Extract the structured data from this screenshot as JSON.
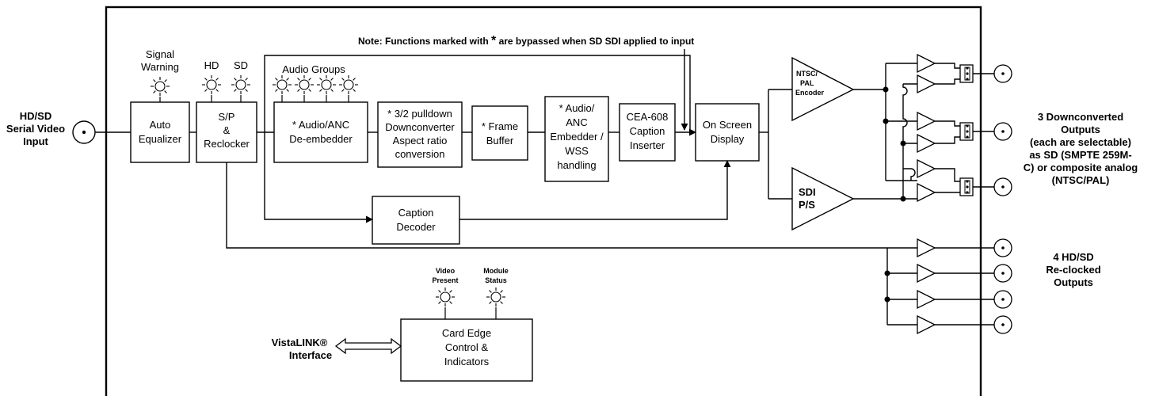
{
  "note": {
    "prefix": "Note: Functions marked with ",
    "star": "*",
    "suffix": " are bypassed when SD SDI applied to input"
  },
  "input": {
    "lines": [
      "HD/SD",
      "Serial Video",
      "Input"
    ]
  },
  "leds": {
    "signal_warning": [
      "Signal",
      "Warning"
    ],
    "hd": "HD",
    "sd": "SD",
    "audio_groups": "Audio Groups",
    "video_present": [
      "Video",
      "Present"
    ],
    "module_status": [
      "Module",
      "Status"
    ]
  },
  "blocks": {
    "auto_equalizer": [
      "Auto",
      "Equalizer"
    ],
    "sp_reclocker": [
      "S/P",
      "&",
      "Reclocker"
    ],
    "audio_deembedder": [
      "* Audio/ANC",
      "De-embedder"
    ],
    "downconverter": [
      "* 3/2 pulldown",
      "Downconverter",
      "Aspect ratio",
      "conversion"
    ],
    "frame_buffer": [
      "* Frame",
      "Buffer"
    ],
    "audio_embedder": [
      "* Audio/",
      "ANC",
      "Embedder /",
      "WSS",
      "handling"
    ],
    "caption_inserter": [
      "CEA-608",
      "Caption",
      "Inserter"
    ],
    "osd": [
      "On Screen",
      "Display"
    ],
    "caption_decoder": [
      "Caption",
      "Decoder"
    ],
    "card_edge": [
      "Card Edge",
      "Control &",
      "Indicators"
    ]
  },
  "encoders": {
    "ntsc_pal": [
      "NTSC/",
      "PAL",
      "Encoder"
    ],
    "sdi_ps": [
      "SDI",
      "P/S"
    ]
  },
  "vistalink": [
    "VistaLINK®",
    "Interface"
  ],
  "outputs": {
    "downconverted": [
      "3 Downconverted",
      "Outputs",
      "(each are selectable)",
      "as SD (SMPTE 259M-",
      "C) or composite analog",
      "(NTSC/PAL)"
    ],
    "reclocked": [
      "4 HD/SD",
      "Re-clocked",
      "Outputs"
    ]
  }
}
